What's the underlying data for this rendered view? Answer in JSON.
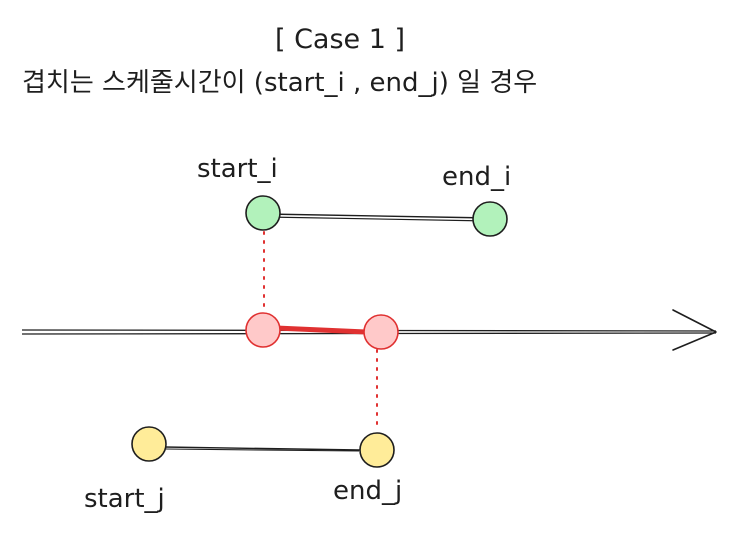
{
  "title": {
    "case": "[ Case 1 ]",
    "description": "겹치는 스케줄시간이 (start_i , end_j) 일 경우"
  },
  "labels": {
    "start_i": "start_i",
    "end_i": "end_i",
    "start_j": "start_j",
    "end_j": "end_j"
  },
  "colors": {
    "stroke": "#1e1e1e",
    "green_fill": "#b2f2bb",
    "green_stroke": "#1e1e1e",
    "red_fill": "#ffc9c9",
    "red_stroke": "#e03131",
    "yellow_fill": "#ffec99",
    "yellow_stroke": "#1e1e1e",
    "dotted": "#e03131"
  }
}
